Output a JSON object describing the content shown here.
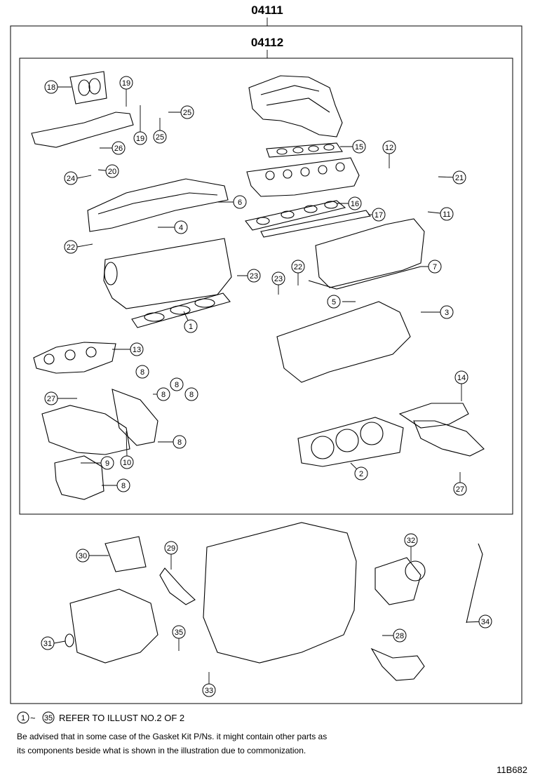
{
  "diagram": {
    "outer_kit_code": "04111",
    "inner_kit_code": "04112",
    "callouts": [
      "1",
      "2",
      "3",
      "4",
      "5",
      "6",
      "7",
      "8",
      "9",
      "10",
      "11",
      "12",
      "13",
      "14",
      "15",
      "16",
      "17",
      "18",
      "19",
      "20",
      "21",
      "22",
      "23",
      "24",
      "25",
      "26",
      "27",
      "28",
      "29",
      "30",
      "31",
      "32",
      "33",
      "34",
      "35"
    ],
    "reference_range_start": "1",
    "reference_range_end": "35",
    "reference_tilde": "~",
    "reference_text": "REFER TO ILLUST NO.2 OF 2",
    "note_line1": "Be advised that in some case of the Gasket Kit P/Ns.  it might contain other parts as",
    "note_line2": "its components beside what is shown in the illustration due to commonization.",
    "drawing_id": "11B682"
  }
}
